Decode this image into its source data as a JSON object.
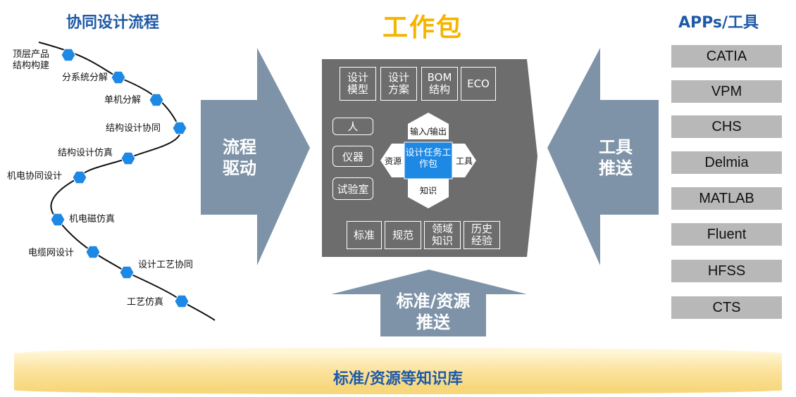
{
  "titles": {
    "left": "协同设计流程",
    "center": "工作包",
    "right": "APPs/工具"
  },
  "process_steps": [
    "顶层产品\n结构构建",
    "分系统分解",
    "单机分解",
    "结构设计协同",
    "结构设计仿真",
    "机电协同设计",
    "机电磁仿真",
    "电缆网设计",
    "设计工艺协同",
    "工艺仿真"
  ],
  "arrows": {
    "left": [
      "流程",
      "驱动"
    ],
    "right": [
      "工具",
      "推送"
    ],
    "bottom": [
      "标准/资源",
      "推送"
    ]
  },
  "workpackage": {
    "top_boxes": [
      [
        "设计",
        "模型"
      ],
      [
        "设计",
        "方案"
      ],
      [
        "BOM",
        "结构"
      ],
      [
        "ECO"
      ]
    ],
    "left_boxes": [
      "人",
      "仪器",
      "试验室"
    ],
    "center": [
      "设计任务工",
      "作包"
    ],
    "cross": {
      "top": "输入/输出",
      "left": "资源",
      "right": "工具",
      "bottom": "知识"
    },
    "bottom_boxes": [
      [
        "标准"
      ],
      [
        "规范"
      ],
      [
        "领域",
        "知识"
      ],
      [
        "历史",
        "经验"
      ]
    ]
  },
  "tools": [
    "CATIA",
    "VPM",
    "CHS",
    "Delmia",
    "MATLAB",
    "Fluent",
    "HFSS",
    "CTS"
  ],
  "knowledge_base": "标准/资源等知识库",
  "colors": {
    "title_blue": "#1f5aa6",
    "title_gold": "#f5b400",
    "arrow": "#7e93a8",
    "pentagon": "#6d6d6d",
    "node": "#1e88e5",
    "center_box": "#1e88e5",
    "tool_box": "#b8b8b8",
    "band": "#fbe29a"
  }
}
